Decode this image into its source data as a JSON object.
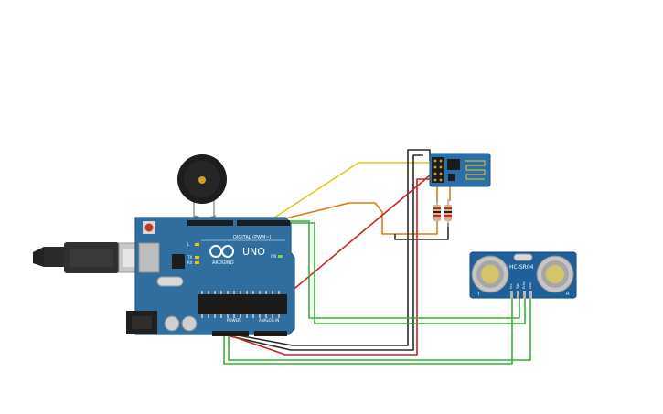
{
  "colors": {
    "canvas": "#ffffff",
    "arduino_board": "#2f6e9e",
    "arduino_edge": "#245a83",
    "sensor_board": "#1f5f9a",
    "wifi_board": "#2a6fa8",
    "wire_red": "#d21f1b",
    "wire_black": "#2b2b2b",
    "wire_green": "#33b233",
    "wire_yellow": "#e6c619",
    "wire_orange": "#e07a10",
    "buzzer": "#1d1d1d"
  },
  "arduino": {
    "model_label": "UNO",
    "brand_label": "ARDUINO",
    "digital_label": "DIGITAL (PWM~)",
    "power_label": "POWER",
    "analog_label": "ANALOG IN",
    "on_label": "ON",
    "tx_label": "TX",
    "rx_label": "RX",
    "l_label": "L"
  },
  "ultrasonic": {
    "model_label": "HC-SR04",
    "pin_labels": [
      "Vcc",
      "Trig",
      "Echo",
      "Gnd"
    ],
    "side_label_left": "T",
    "side_label_right": "R"
  },
  "icons": {
    "buzzer": "piezo-buzzer-icon",
    "usb": "usb-plug-icon",
    "power_jack": "dc-jack-icon",
    "reset": "reset-button-icon",
    "logo": "infinity-logo-icon"
  }
}
